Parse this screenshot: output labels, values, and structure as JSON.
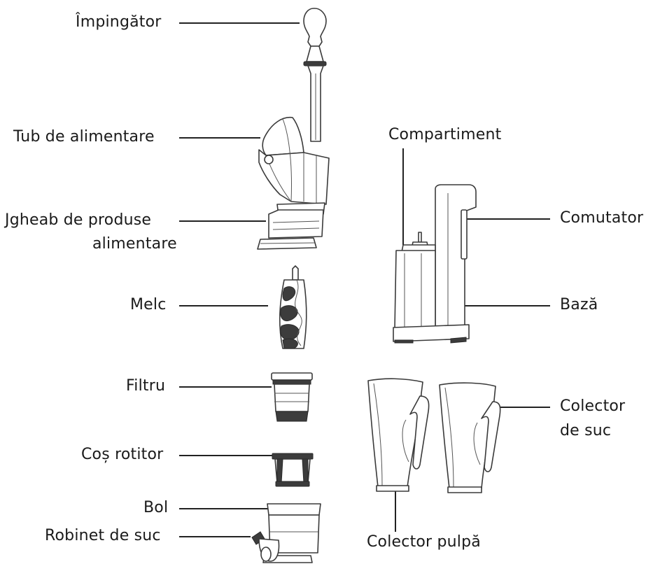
{
  "labels": {
    "impingator": "Împingător",
    "tub_alimentare": "Tub de alimentare",
    "jgheab_line1": "Jgheab de produse",
    "jgheab_line2": "alimentare",
    "melc": "Melc",
    "filtru": "Filtru",
    "cos_rotitor": "Coș rotitor",
    "bol": "Bol",
    "robinet": "Robinet de suc",
    "compartiment": "Compartiment",
    "comutator": "Comutator",
    "baza": "Bază",
    "colector_suc_line1": "Colector",
    "colector_suc_line2": "de suc",
    "colector_pulpa": "Colector pulpă"
  }
}
